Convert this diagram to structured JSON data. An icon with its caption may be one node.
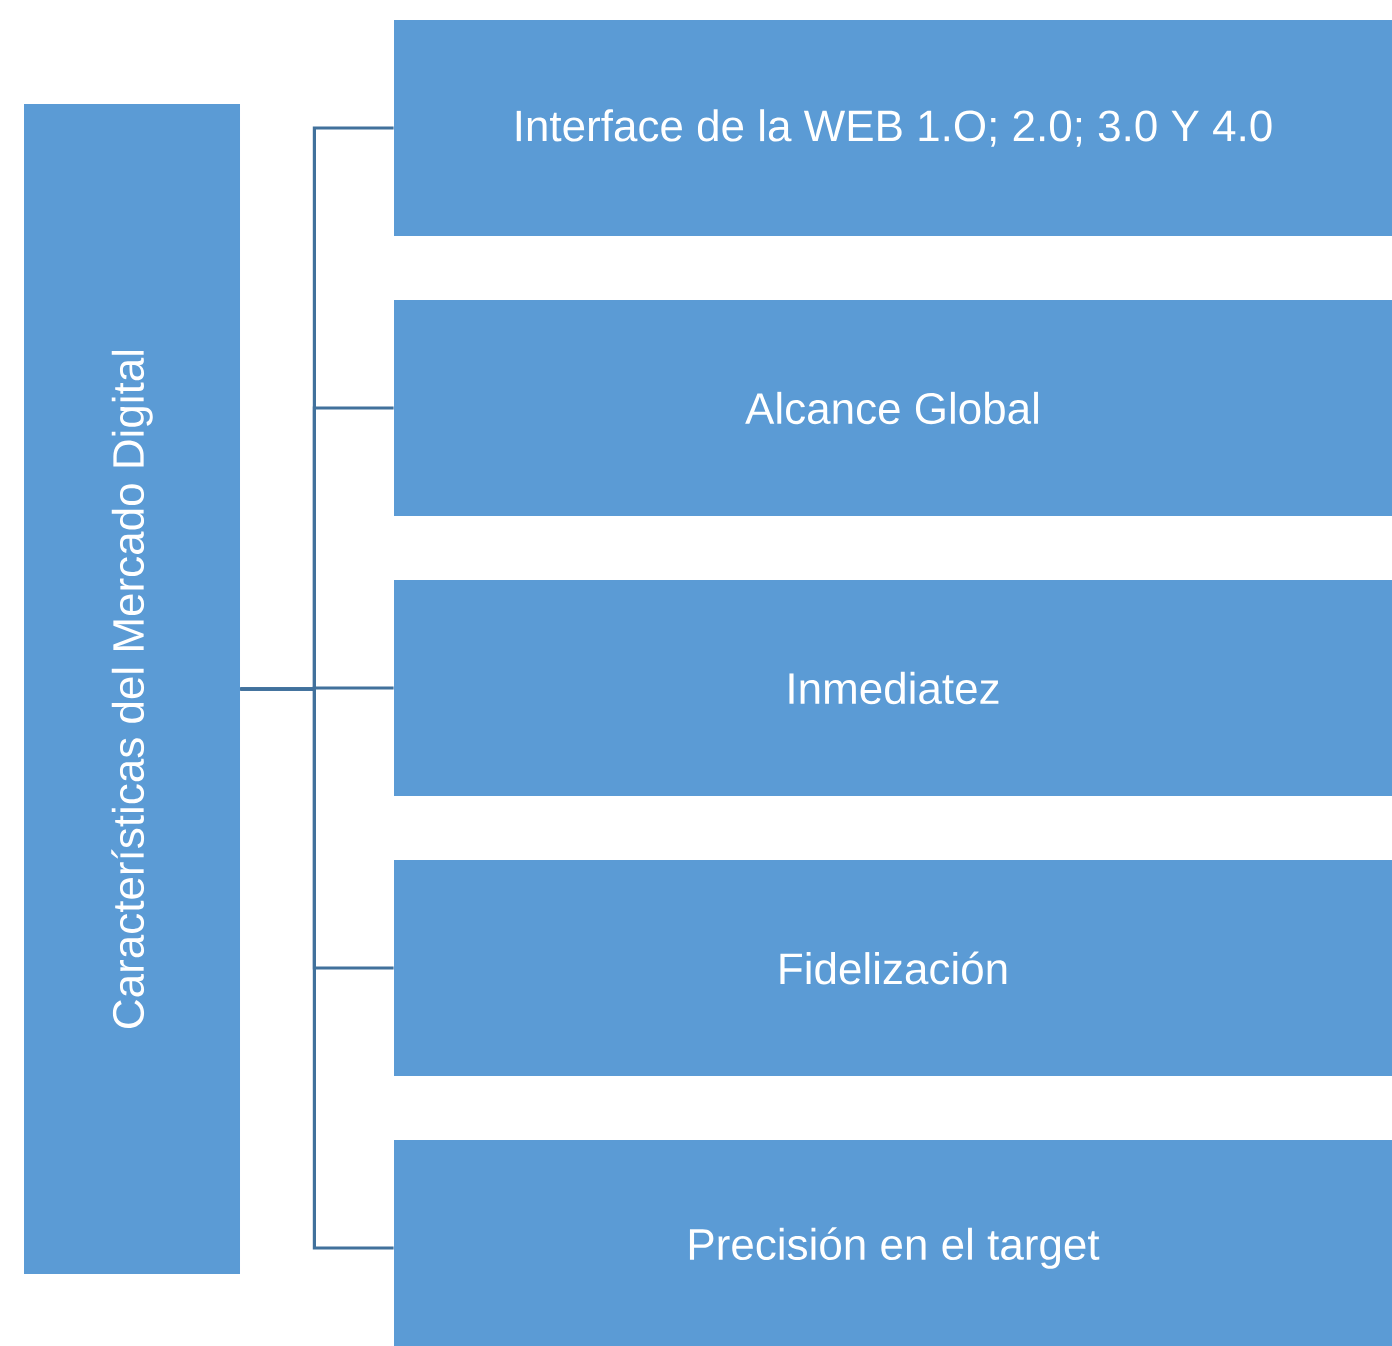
{
  "diagram": {
    "nodes": [
      {
        "text": [
          "Características del Mercado Digital"
        ]
      },
      {
        "text": [
          "Interface de la  WEB 1.O; 2.0; 3.0 Y 4.0"
        ]
      },
      {
        "text": [
          "Alcance Global"
        ]
      },
      {
        "text": [
          "Inmediatez"
        ]
      },
      {
        "text": [
          "Fidelización"
        ]
      },
      {
        "text": [
          "Precisión en el target"
        ]
      }
    ],
    "edges": [
      {
        "from": 0,
        "to": 1,
        "arrow": "none"
      },
      {
        "from": 0,
        "to": 2,
        "arrow": "none"
      },
      {
        "from": 0,
        "to": 3,
        "arrow": "none"
      },
      {
        "from": 0,
        "to": 4,
        "arrow": "none"
      },
      {
        "from": 0,
        "to": 5,
        "arrow": "none"
      }
    ]
  }
}
